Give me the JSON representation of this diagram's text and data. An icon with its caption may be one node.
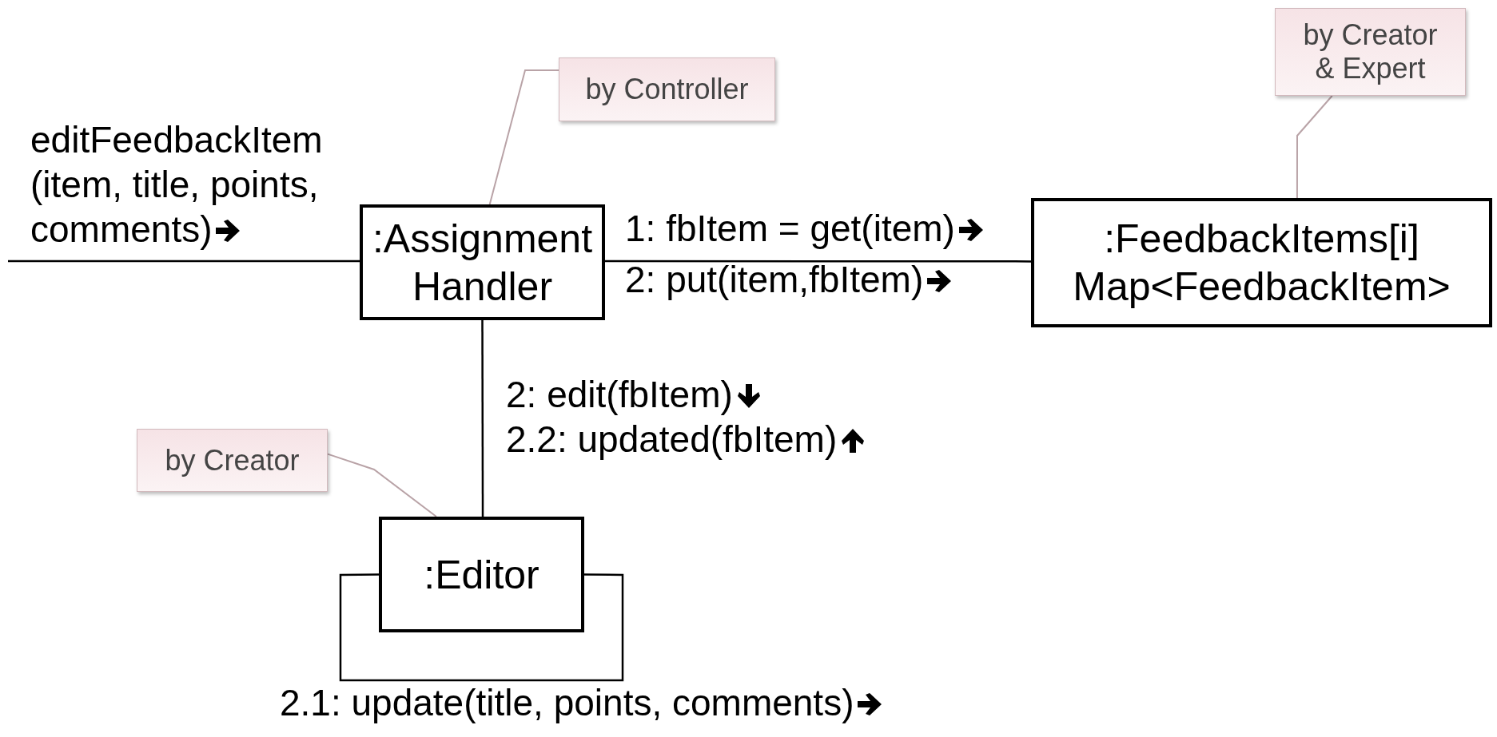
{
  "diagram": {
    "nodes": [
      {
        "text": [
          ":Assignment Handler"
        ]
      },
      {
        "text": [
          ":FeedbackItems[i] Map<FeedbackItem>"
        ]
      },
      {
        "text": [
          ":Editor"
        ]
      },
      {
        "text": [
          "by Controller"
        ]
      },
      {
        "text": [
          "by Creator & Expert"
        ]
      },
      {
        "text": [
          "by Creator"
        ]
      }
    ],
    "edges": [
      {
        "from": null,
        "to": 0,
        "arrow": "none",
        "label": "editFeedbackItem (item, title, points, comments)"
      },
      {
        "from": 0,
        "to": 1,
        "arrow": "none",
        "label": "1: fbItem = get(item)"
      },
      {
        "from": 0,
        "to": 2,
        "arrow": "none",
        "label": "2: edit(fbItem)"
      },
      {
        "from": 2,
        "to": 2,
        "arrow": "none",
        "label": "2.1: update(title, points, comments)"
      },
      {
        "from": 3,
        "to": 0,
        "arrow": "none",
        "color": "#b9a3a7"
      },
      {
        "from": 4,
        "to": 1,
        "arrow": "none",
        "color": "#b9a3a7"
      },
      {
        "from": 5,
        "to": 2,
        "arrow": "none",
        "color": "#b9a3a7"
      }
    ],
    "labels": [
      "2: put(item,fbItem)",
      "2.2: updated(fbItem)"
    ]
  }
}
